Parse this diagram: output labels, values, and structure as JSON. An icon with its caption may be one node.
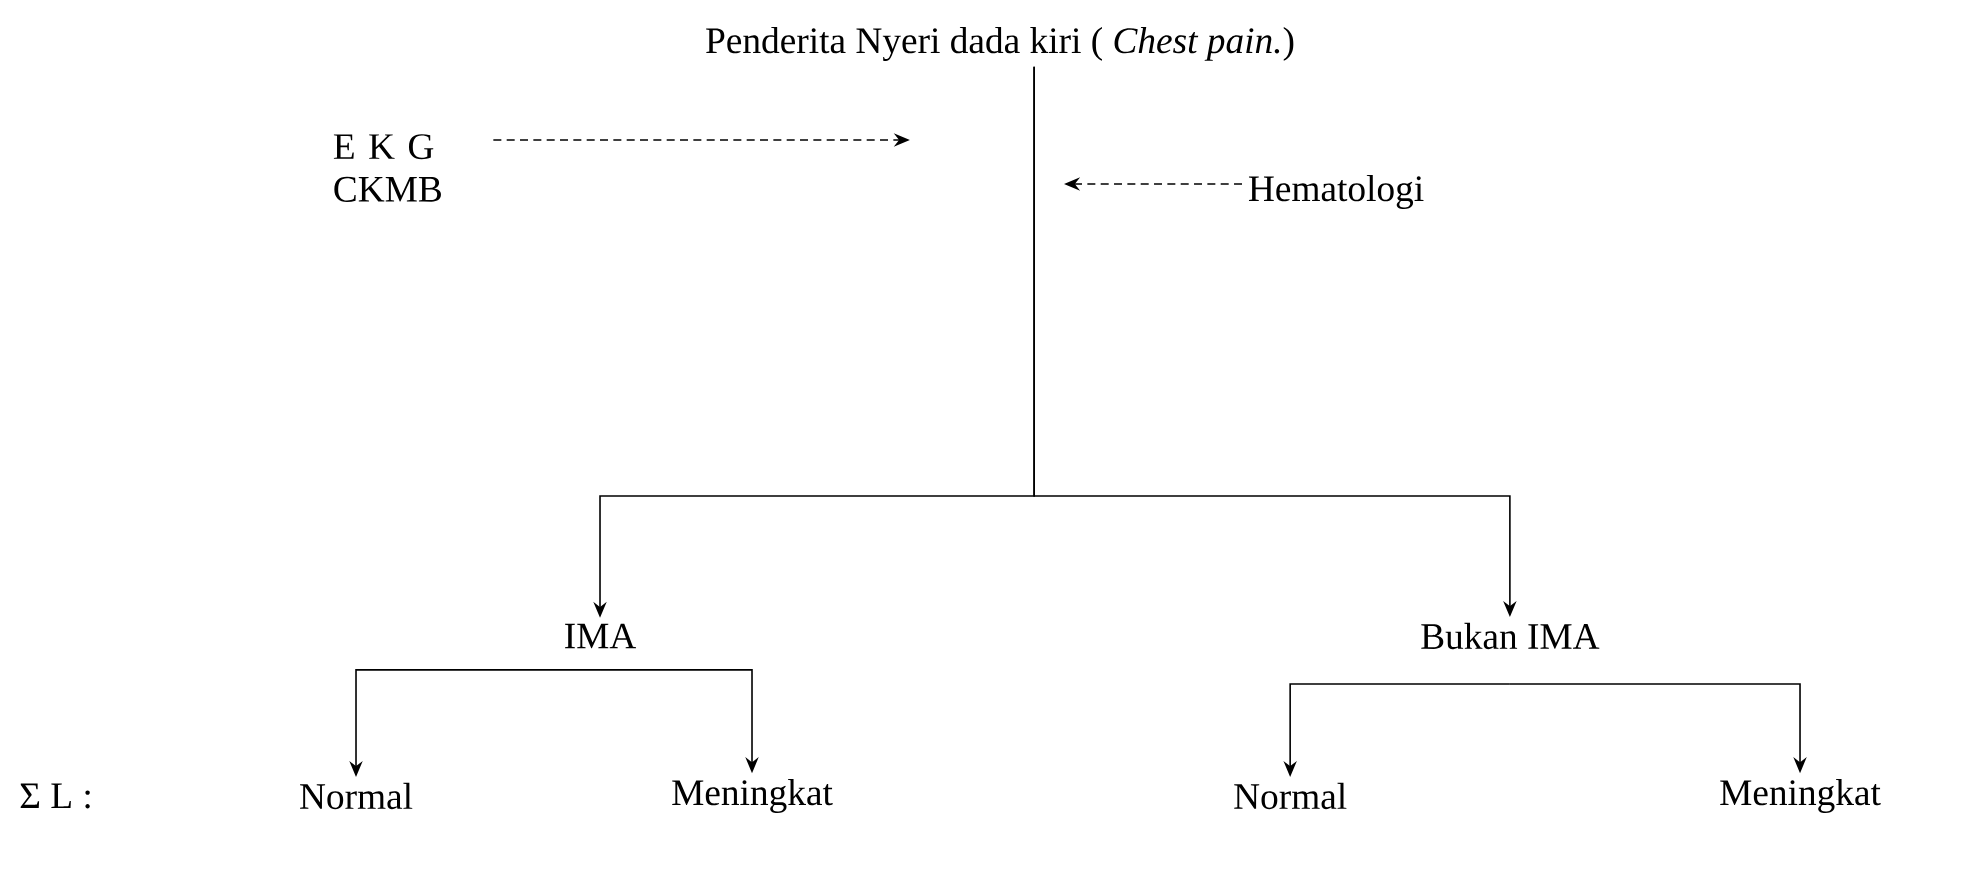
{
  "diagram": {
    "nodes": [
      {
        "text": [
          "Penderita  Nyeri dada kiri ( *Chest pain.*)"
        ]
      },
      {
        "text": [
          "E K G CKMB"
        ]
      },
      {
        "text": [
          "Hematologi"
        ]
      },
      {
        "text": [
          "IMA"
        ]
      },
      {
        "text": [
          "Bukan IMA"
        ]
      },
      {
        "text": [
          "Normal"
        ]
      },
      {
        "text": [
          "Meningkat"
        ]
      },
      {
        "text": [
          "Normal"
        ]
      },
      {
        "text": [
          "Meningkat"
        ]
      }
    ],
    "edges": [
      {
        "from": 0,
        "to": 3,
        "arrow": "to"
      },
      {
        "from": 0,
        "to": 4,
        "arrow": "to"
      },
      {
        "from": 3,
        "to": 5,
        "arrow": "to"
      },
      {
        "from": 3,
        "to": 6,
        "arrow": "to"
      },
      {
        "from": 4,
        "to": 7,
        "arrow": "to"
      },
      {
        "from": 4,
        "to": 8,
        "arrow": "to"
      },
      {
        "from": 1,
        "to": null,
        "arrow": "to",
        "style": "dashed"
      },
      {
        "from": 2,
        "to": null,
        "arrow": "to",
        "style": "dashed"
      }
    ],
    "labels": [
      "Σ L :"
    ]
  }
}
